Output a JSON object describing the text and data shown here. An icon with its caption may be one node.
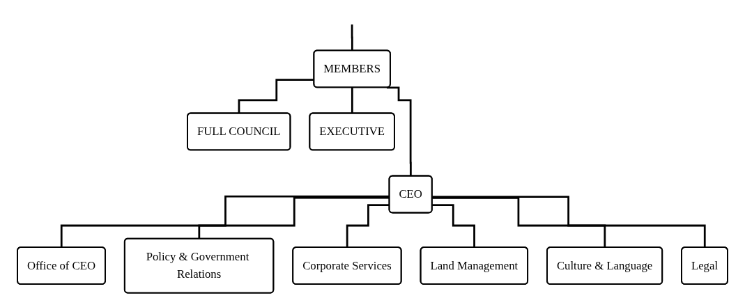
{
  "diagram": {
    "nodes": [
      {
        "text": [
          "MEMBERS"
        ]
      },
      {
        "text": [
          "FULL COUNCIL"
        ]
      },
      {
        "text": [
          "EXECUTIVE"
        ]
      },
      {
        "text": [
          "CEO"
        ]
      },
      {
        "text": [
          "Office of CEO"
        ]
      },
      {
        "text": [
          "Policy & Government Relations"
        ]
      },
      {
        "text": [
          "Corporate Services"
        ]
      },
      {
        "text": [
          "Land Management"
        ]
      },
      {
        "text": [
          "Culture & Language"
        ]
      },
      {
        "text": [
          "Legal"
        ]
      }
    ],
    "edges": [
      {
        "from": null,
        "to": 0,
        "arrow": "none"
      },
      {
        "from": 0,
        "to": 1,
        "arrow": "none"
      },
      {
        "from": 0,
        "to": 2,
        "arrow": "none"
      },
      {
        "from": 0,
        "to": 3,
        "arrow": "none"
      },
      {
        "from": 3,
        "to": 4,
        "arrow": "none"
      },
      {
        "from": 3,
        "to": 5,
        "arrow": "none"
      },
      {
        "from": 3,
        "to": 6,
        "arrow": "none"
      },
      {
        "from": 3,
        "to": 7,
        "arrow": "none"
      },
      {
        "from": 3,
        "to": 8,
        "arrow": "none"
      },
      {
        "from": 3,
        "to": 9,
        "arrow": "none"
      }
    ]
  }
}
